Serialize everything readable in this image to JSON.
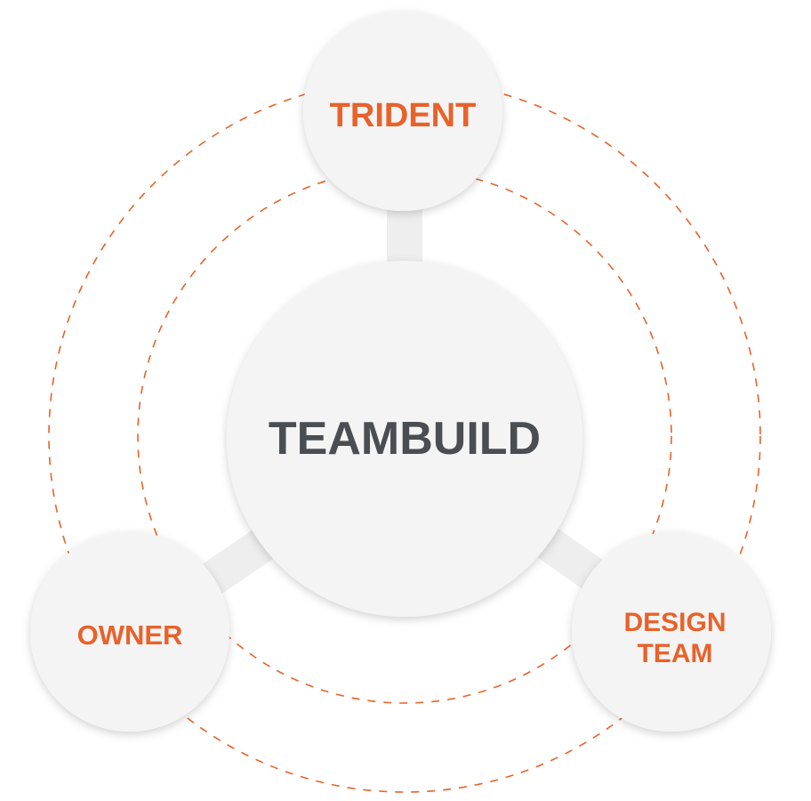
{
  "diagram": {
    "center": {
      "label": "TEAMBUILD"
    },
    "nodes": [
      {
        "id": "trident",
        "lines": [
          "TRIDENT"
        ]
      },
      {
        "id": "owner",
        "lines": [
          "OWNER"
        ]
      },
      {
        "id": "design-team",
        "lines": [
          "DESIGN",
          "TEAM"
        ]
      }
    ]
  },
  "colors": {
    "accent": "#e8622a",
    "center_text": "#4a4d51",
    "circle_fill": "#f4f4f4",
    "connector": "#eeeeee",
    "dashed_ring": "#e8622a"
  }
}
